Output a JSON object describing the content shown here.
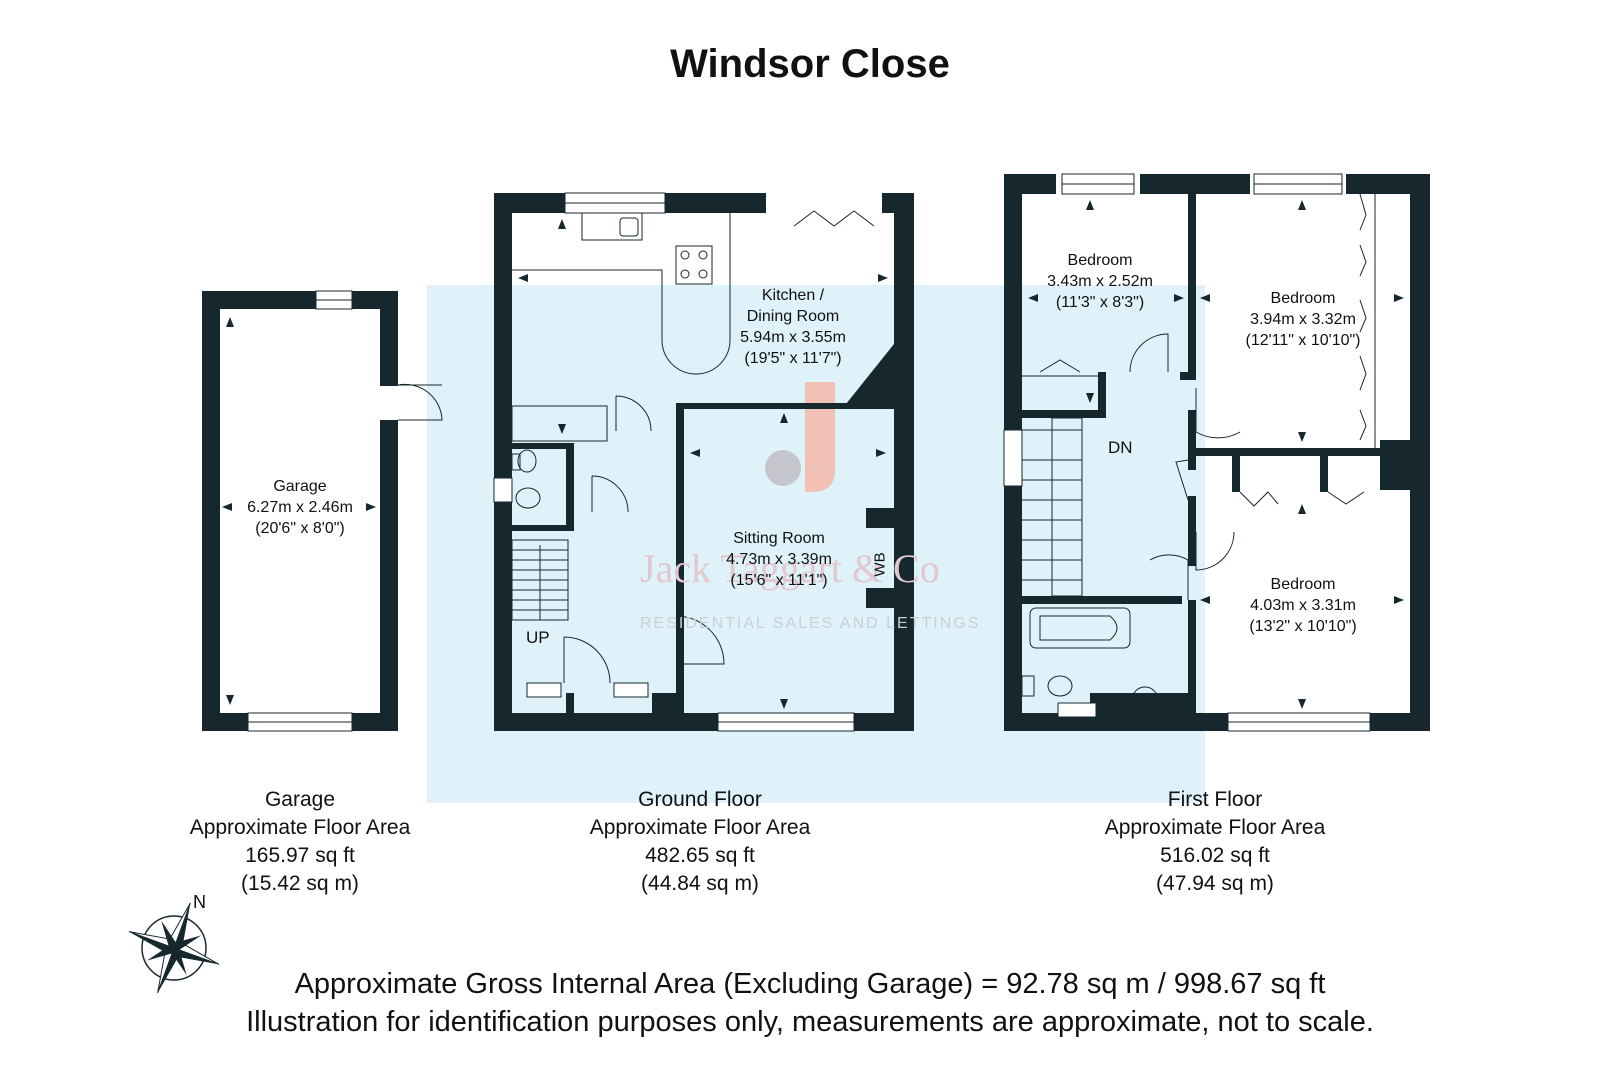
{
  "title": "Windsor Close",
  "rooms": {
    "garage": {
      "name": "Garage",
      "metric": "6.27m x 2.46m",
      "imperial": "(20'6\" x 8'0\")"
    },
    "kitchen": {
      "name_line1": "Kitchen /",
      "name_line2": "Dining Room",
      "metric": "5.94m x 3.55m",
      "imperial": "(19'5\" x 11'7\")"
    },
    "sitting": {
      "name": "Sitting Room",
      "metric": "4.73m x 3.39m",
      "imperial": "(15'6\" x 11'1\")"
    },
    "bed1": {
      "name": "Bedroom",
      "metric": "3.43m x 2.52m",
      "imperial": "(11'3\" x 8'3\")"
    },
    "bed2": {
      "name": "Bedroom",
      "metric": "3.94m x 3.32m",
      "imperial": "(12'11\" x 10'10\")"
    },
    "bed3": {
      "name": "Bedroom",
      "metric": "4.03m x 3.31m",
      "imperial": "(13'2\" x 10'10\")"
    }
  },
  "markers": {
    "up": "UP",
    "down": "DN",
    "wb": "WB"
  },
  "compass_label": "N",
  "floors": [
    {
      "name": "Garage",
      "caption": "Approximate Floor Area",
      "sqft": "165.97 sq ft",
      "sqm": "(15.42 sq m)"
    },
    {
      "name": "Ground Floor",
      "caption": "Approximate Floor Area",
      "sqft": "482.65 sq ft",
      "sqm": "(44.84 sq m)"
    },
    {
      "name": "First Floor",
      "caption": "Approximate Floor Area",
      "sqft": "516.02 sq ft",
      "sqm": "(47.94 sq m)"
    }
  ],
  "watermark": {
    "name": "Jack Taggart & Co",
    "tagline": "RESIDENTIAL SALES AND LETTINGS"
  },
  "footer": {
    "gross_area": "Approximate Gross Internal Area (Excluding Garage) = 92.78 sq m / 998.67 sq ft",
    "disclaimer": "Illustration for identification purposes only, measurements are approximate, not to scale."
  },
  "colors": {
    "wall": "#17272e",
    "highlight": "#dff2fa",
    "logo_accent": "#f6b9a8"
  }
}
